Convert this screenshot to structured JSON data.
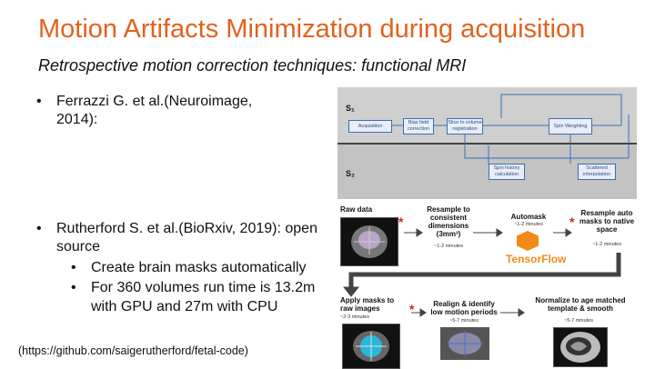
{
  "slide": {
    "title": "Motion Artifacts Minimization during acquisition",
    "subtitle": "Retrospective motion correction techniques: functional MRI",
    "bullets": [
      {
        "text": "Ferrazzi G. et al.(Neuroimage,"
      },
      {
        "text": "2014):"
      },
      {
        "text": "Rutherford S. et al.(BioRxiv, 2019): open"
      },
      {
        "text": "source"
      }
    ],
    "sub_bullets": [
      {
        "text": "Create brain masks automatically"
      },
      {
        "text": "For 360 volumes run time is 13.2m"
      },
      {
        "text": "with GPU and 27m with CPU"
      }
    ],
    "bullet_symbol": "•",
    "source": "(https://github.com/saigerutherford/fetal-code)"
  },
  "figure1": {
    "s1": "S₁",
    "s2": "S₂",
    "boxes": {
      "acquisition": "Acquisition",
      "bias": "Bias field correction",
      "slice": "Slice to volume registration",
      "spin_w": "Spin Weighting",
      "spin_h": "Spin history calculation",
      "scattered": "Scattered interpolation"
    }
  },
  "figure2": {
    "raw": "Raw data",
    "resample": "Resample to consistent dimensions (3mm³)",
    "resample_time": "~1-2 minutes",
    "automask": "Automask",
    "automask_time": "~1-2 minutes",
    "tensorflow": "TensorFlow",
    "resample_auto": "Resample auto masks to native space",
    "resample_auto_time": "~1-2 minutes",
    "apply": "Apply masks to raw images",
    "apply_time": "~2-3 minutes",
    "realign": "Realign & identify low motion periods",
    "realign_time": "~5-7 minutes",
    "normalize": "Normalize to age matched template & smooth",
    "normalize_time": "~5-7 minutes",
    "star": "*",
    "accent": "#e2621e"
  }
}
